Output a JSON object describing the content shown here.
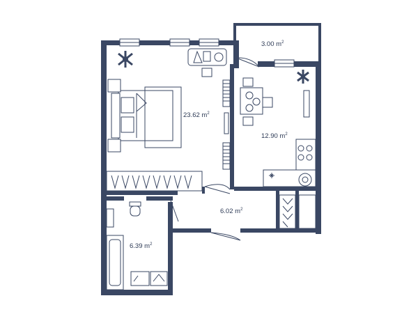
{
  "rooms": [
    {
      "id": "balcony",
      "value": "3.00",
      "unit": "m",
      "exp": "2"
    },
    {
      "id": "living",
      "value": "23.62",
      "unit": "m",
      "exp": "2"
    },
    {
      "id": "kitchen",
      "value": "12.90",
      "unit": "m",
      "exp": "2"
    },
    {
      "id": "hall",
      "value": "6.02",
      "unit": "m",
      "exp": "2"
    },
    {
      "id": "bathroom",
      "value": "6.39",
      "unit": "m",
      "exp": "2"
    }
  ],
  "colors": {
    "wall": "#3a4763",
    "line": "#3a4763",
    "text": "#2d3a55",
    "background": "#ffffff"
  }
}
